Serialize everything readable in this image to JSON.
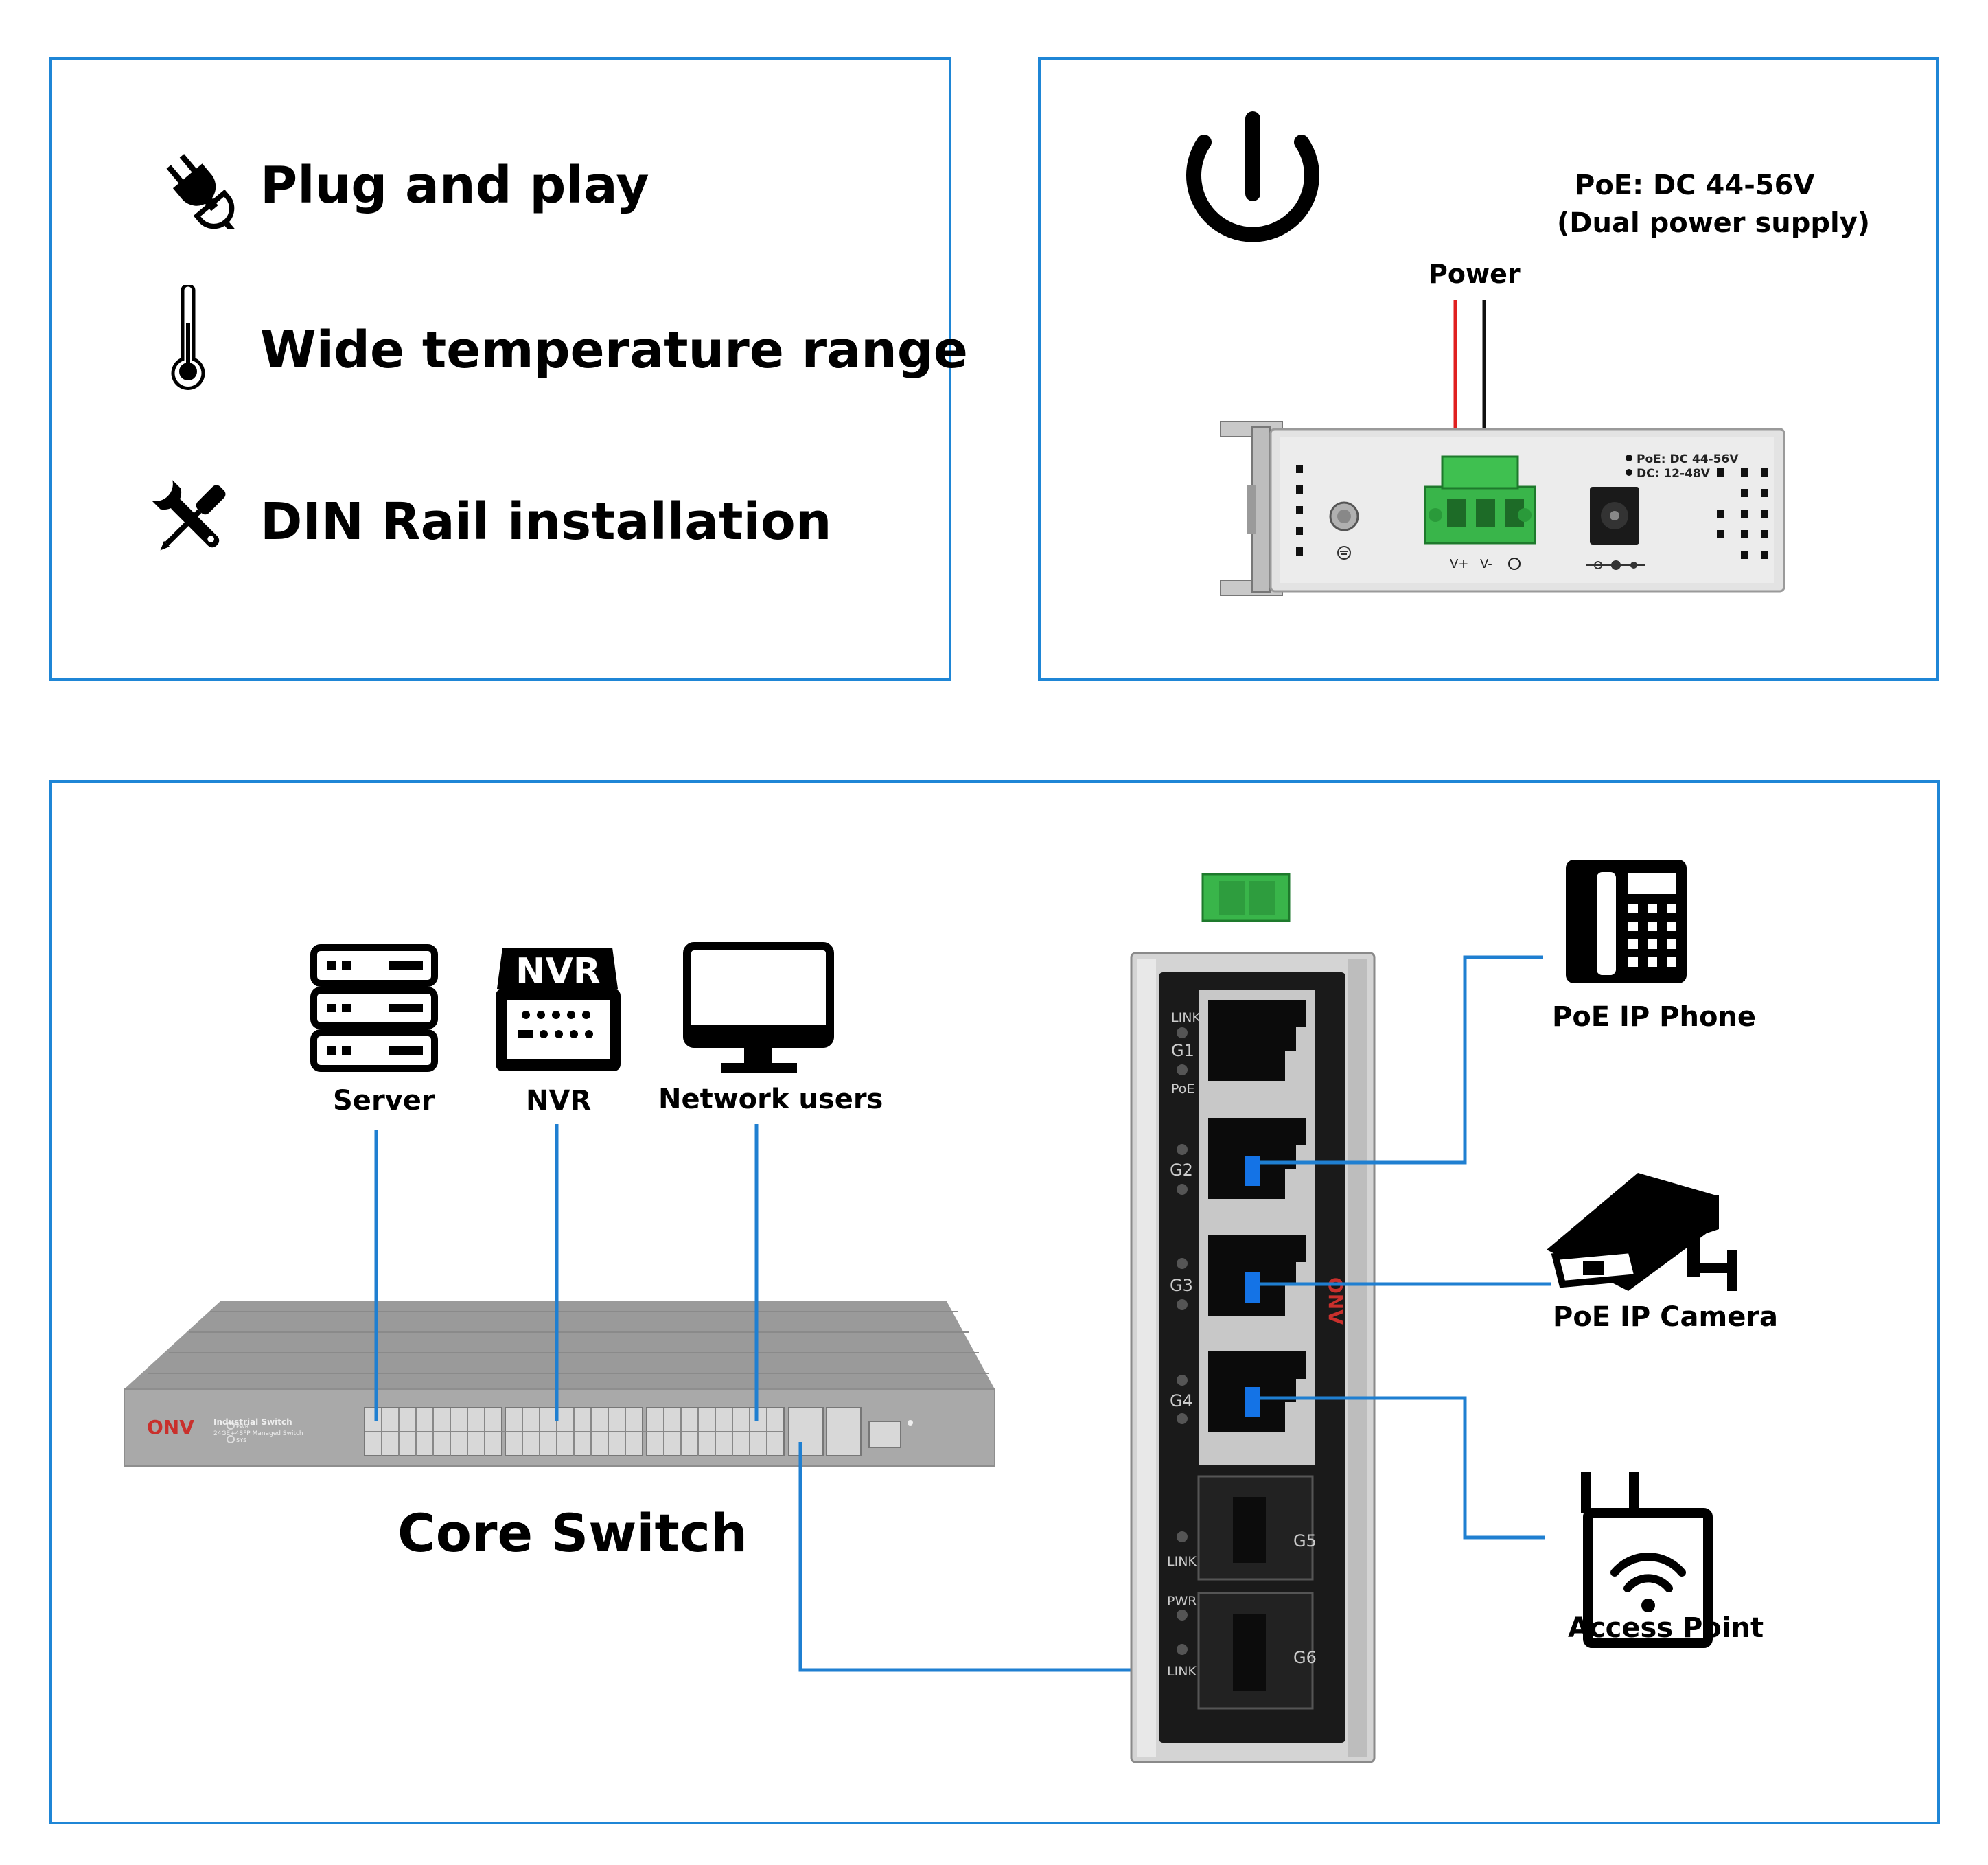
{
  "features": {
    "plug": "Plug and play",
    "temperature": "Wide temperature range",
    "din_rail": "DIN Rail installation"
  },
  "power_panel": {
    "power_label": "Power",
    "poe_spec_line1": "PoE: DC 44-56V",
    "poe_spec_line2": "(Dual power supply)",
    "label_poe_dc": "PoE: DC 44-56V",
    "label_dc": "DC: 12-48V",
    "terminal_vplus": "V+",
    "terminal_vminus": "V-"
  },
  "topology": {
    "server_label": "Server",
    "nvr_label": "NVR",
    "nvr_icon_text": "NVR",
    "network_users_label": "Network users",
    "core_switch_label": "Core Switch",
    "core_brand": "ONV",
    "core_model_line1": "Industrial Switch",
    "core_model_line2": "24GE+4SFP Managed Switch",
    "core_led_pwr": "PWR",
    "core_led_sys": "SYS",
    "phone_label": "PoE IP Phone",
    "camera_label": "PoE IP Camera",
    "ap_label": "Access Point",
    "device_brand": "ONV",
    "port_labels": {
      "link": "LINK",
      "g1": "G1",
      "poe": "PoE",
      "g2": "G2",
      "g3": "G3",
      "g4": "G4",
      "g5": "G5",
      "g6": "G6",
      "pwr": "PWR"
    }
  },
  "colors": {
    "panel_border": "#1f86d6",
    "connection_line": "#1f7fd1",
    "port_highlight": "#1473e6",
    "terminal_green": "#39b54a",
    "wire_red": "#e02020",
    "wire_black": "#111111"
  }
}
